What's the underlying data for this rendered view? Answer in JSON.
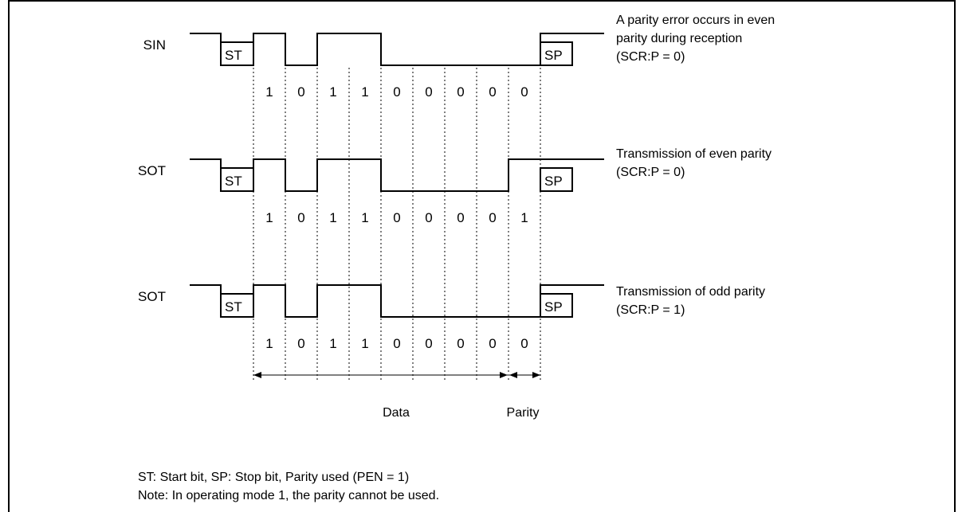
{
  "signals": [
    {
      "name": "SIN",
      "levels": [
        1,
        0,
        1,
        1,
        0,
        0,
        0,
        0,
        0
      ],
      "bits": [
        "1",
        "0",
        "1",
        "1",
        "0",
        "0",
        "0",
        "0",
        "0"
      ],
      "start_label": "ST",
      "stop_label": "SP",
      "description": [
        "A parity error occurs in even",
        "parity during reception",
        "(SCR:P = 0)"
      ]
    },
    {
      "name": "SOT",
      "levels": [
        1,
        0,
        1,
        1,
        0,
        0,
        0,
        0,
        1
      ],
      "bits": [
        "1",
        "0",
        "1",
        "1",
        "0",
        "0",
        "0",
        "0",
        "1"
      ],
      "start_label": "ST",
      "stop_label": "SP",
      "description": [
        "Transmission of even parity",
        "(SCR:P = 0)"
      ]
    },
    {
      "name": "SOT",
      "levels": [
        1,
        0,
        1,
        1,
        0,
        0,
        0,
        0,
        0
      ],
      "bits": [
        "1",
        "0",
        "1",
        "1",
        "0",
        "0",
        "0",
        "0",
        "0"
      ],
      "start_label": "ST",
      "stop_label": "SP",
      "description": [
        "Transmission of odd parity",
        "(SCR:P = 1)"
      ]
    }
  ],
  "dimensions": {
    "data_label": "Data",
    "parity_label": "Parity"
  },
  "notes": [
    "ST: Start bit, SP: Stop bit, Parity used (PEN = 1)",
    "Note: In operating mode 1, the parity cannot be used."
  ]
}
